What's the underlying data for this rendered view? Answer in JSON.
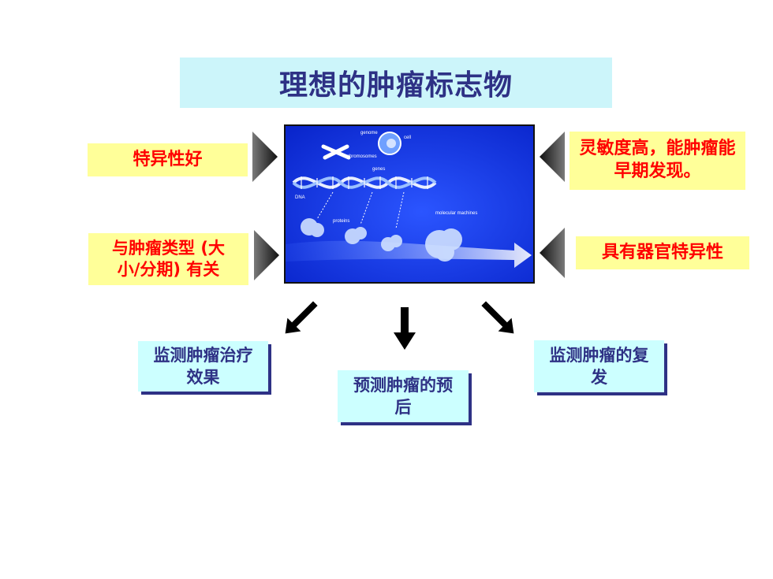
{
  "title": "理想的肿瘤标志物",
  "left_boxes": [
    {
      "text": "特异性好"
    },
    {
      "text": "与肿瘤类型 (大小/分期) 有关"
    }
  ],
  "right_boxes": [
    {
      "text": "灵敏度高，能肿瘤能早期发现。"
    },
    {
      "text": "具有器官特异性"
    }
  ],
  "bottom_boxes": [
    {
      "text": "监测肿瘤治疗效果"
    },
    {
      "text": "预测肿瘤的预后"
    },
    {
      "text": "监测肿瘤的复发"
    }
  ],
  "image_labels": {
    "genome": "genome",
    "cell": "cell",
    "chromosomes": "chromosomes",
    "genes": "genes",
    "dna": "DNA",
    "proteins": "proteins",
    "machines": "molecular machines"
  },
  "colors": {
    "title_bg": "#ccf5fa",
    "title_text": "#2e3185",
    "yellow_bg": "#ffff99",
    "red_text": "#ff0000",
    "cyan_bg": "#ccffff",
    "navy": "#2e3185",
    "image_bg": "#0a2fe0"
  }
}
